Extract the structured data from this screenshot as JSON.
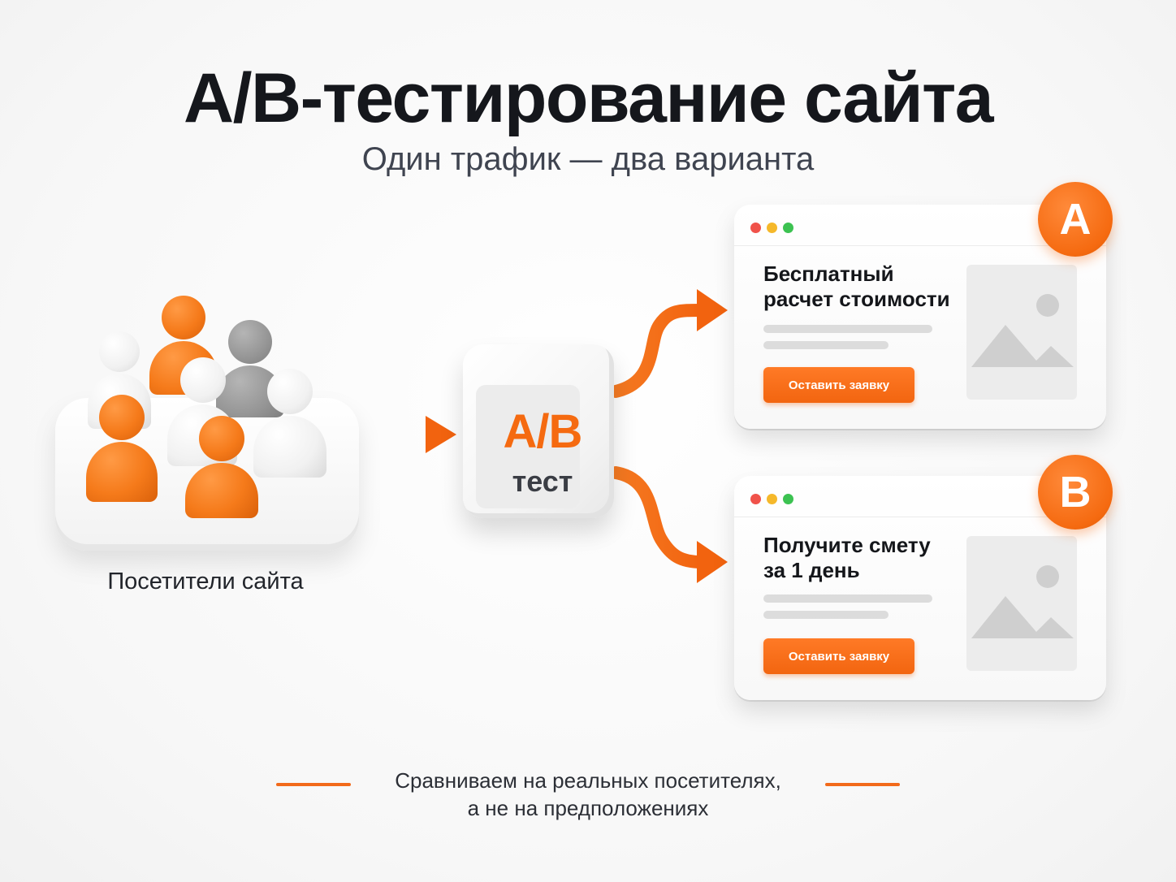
{
  "title": "A/B-тестирование сайта",
  "subtitle": "Один трафик — два варианта",
  "visitors": {
    "label": "Посетители сайта"
  },
  "splitter": {
    "main": "A/B",
    "sub": "тест"
  },
  "variants": [
    {
      "badge": "A",
      "headline_line1": "Бесплатный",
      "headline_line2": "расчет стоимости",
      "cta": "Оставить заявку"
    },
    {
      "badge": "B",
      "headline_line1": "Получите смету",
      "headline_line2": "за 1 день",
      "cta": "Оставить заявку"
    }
  ],
  "footer": {
    "line1": "Сравниваем на реальных посетителях,",
    "line2": "а не на предположениях"
  },
  "colors": {
    "accent": "#f56a10",
    "text": "#15171c",
    "muted": "#3f4450"
  }
}
